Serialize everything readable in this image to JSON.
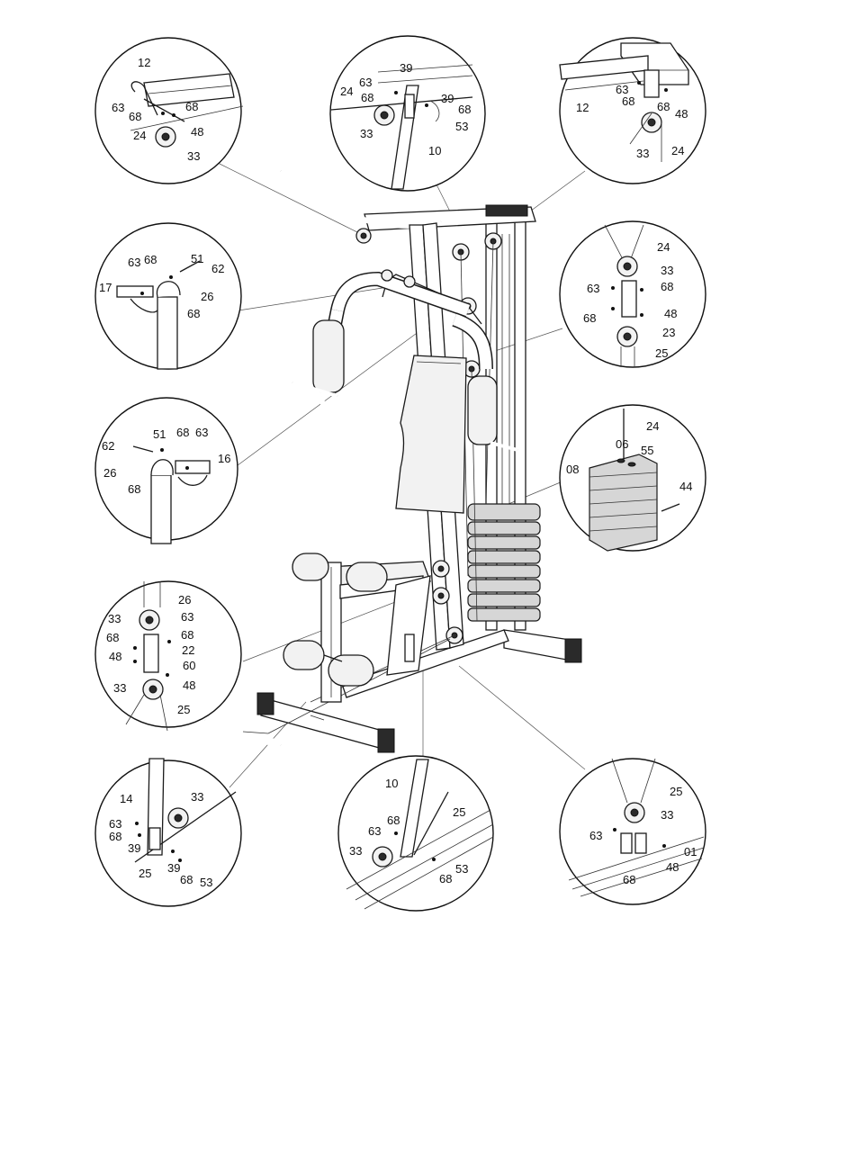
{
  "callouts": {
    "c1": [
      "12",
      "63",
      "68",
      "68",
      "24",
      "48",
      "33"
    ],
    "c2": [
      "39",
      "63",
      "24",
      "68",
      "39",
      "68",
      "53",
      "33",
      "10"
    ],
    "c3": [
      "63",
      "68",
      "68",
      "48",
      "12",
      "33",
      "24"
    ],
    "c4": [
      "63",
      "68",
      "51",
      "62",
      "17",
      "26",
      "68"
    ],
    "c5": [
      "24",
      "33",
      "63",
      "68",
      "68",
      "48",
      "23",
      "25"
    ],
    "c6": [
      "62",
      "51",
      "68",
      "63",
      "16",
      "26",
      "68"
    ],
    "c7": [
      "24",
      "06",
      "55",
      "08",
      "44"
    ],
    "c8": [
      "26",
      "33",
      "63",
      "68",
      "68",
      "22",
      "48",
      "60",
      "48",
      "33",
      "25"
    ],
    "c9": [
      "14",
      "33",
      "63",
      "68",
      "39",
      "25",
      "39",
      "68",
      "53"
    ],
    "c10": [
      "10",
      "25",
      "63",
      "68",
      "33",
      "53",
      "68"
    ],
    "c11": [
      "25",
      "33",
      "63",
      "01",
      "48",
      "68"
    ]
  }
}
